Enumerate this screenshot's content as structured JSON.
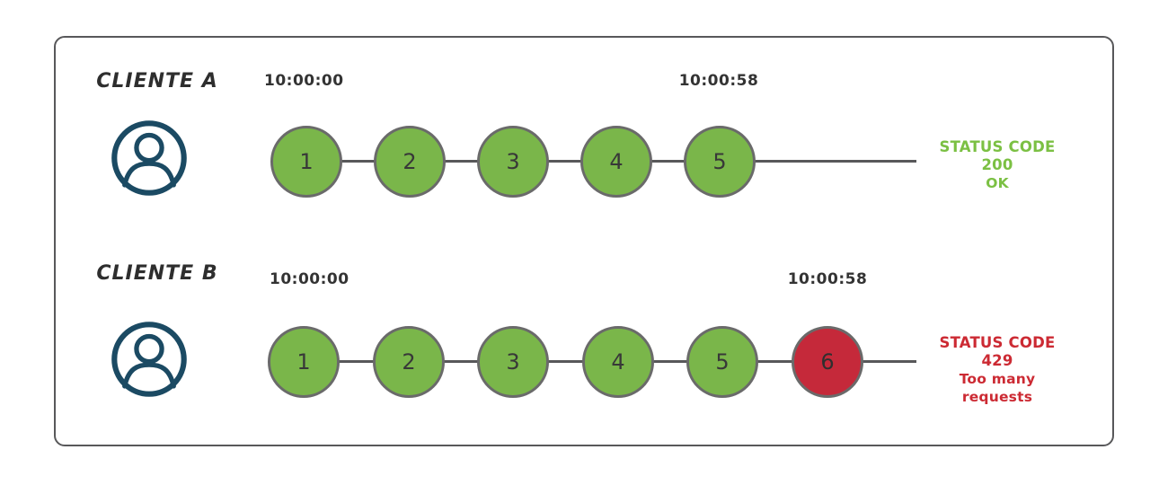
{
  "colors": {
    "request_ok_fill": "#7ab64a",
    "request_blocked_fill": "#c5293a",
    "circle_border": "#6a6a6a",
    "timeline_line": "#58585a",
    "frame_border": "#58585a",
    "status_ok_text": "#7bc043",
    "status_error_text": "#cc2a33",
    "avatar_icon": "#1b4a63",
    "timestamp_text": "#333333",
    "client_label_text": "#2e2e2e"
  },
  "rows": [
    {
      "client_label": "CLIENTE A",
      "start_time": "10:00:00",
      "end_time": "10:00:58",
      "requests": [
        {
          "n": "1",
          "status": "ok"
        },
        {
          "n": "2",
          "status": "ok"
        },
        {
          "n": "3",
          "status": "ok"
        },
        {
          "n": "4",
          "status": "ok"
        },
        {
          "n": "5",
          "status": "ok"
        }
      ],
      "status_code_text": "STATUS CODE 200",
      "status_detail_text": "OK"
    },
    {
      "client_label": "CLIENTE B",
      "start_time": "10:00:00",
      "end_time": "10:00:58",
      "requests": [
        {
          "n": "1",
          "status": "ok"
        },
        {
          "n": "2",
          "status": "ok"
        },
        {
          "n": "3",
          "status": "ok"
        },
        {
          "n": "4",
          "status": "ok"
        },
        {
          "n": "5",
          "status": "ok"
        },
        {
          "n": "6",
          "status": "blocked"
        }
      ],
      "status_code_text": "STATUS CODE 429",
      "status_detail_text": "Too many requests"
    }
  ]
}
